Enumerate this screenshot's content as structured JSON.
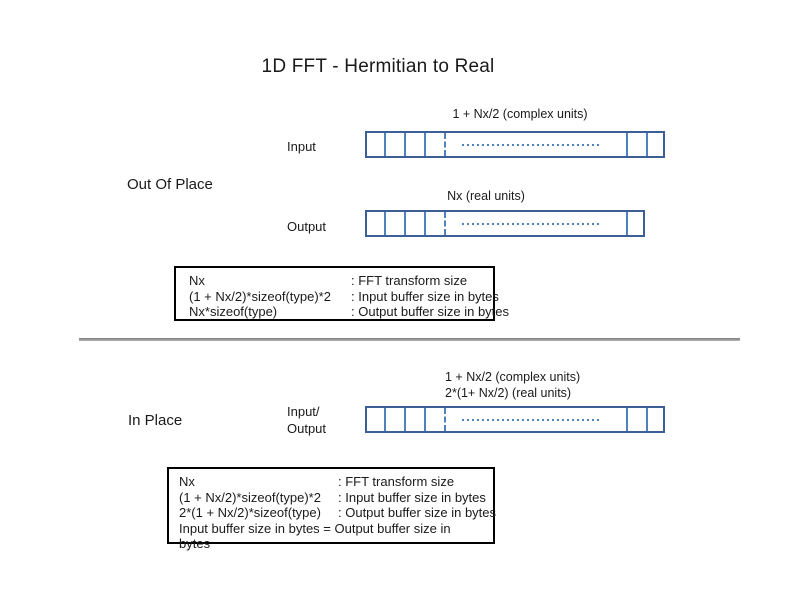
{
  "title": "1D FFT - Hermitian to Real",
  "colors": {
    "buffer_border": "#3C6095",
    "buffer_divider": "#4F81BD",
    "divider_line": "#7d7d7d"
  },
  "out_of_place": {
    "section_label": "Out Of Place",
    "input_row": {
      "label": "Input",
      "size_label": "1 + Nx/2 (complex units)"
    },
    "output_row": {
      "label": "Output",
      "size_label": "Nx (real units)"
    },
    "legend": {
      "rows": [
        {
          "expr": "Nx",
          "desc": ": FFT transform size"
        },
        {
          "expr": "(1 + Nx/2)*sizeof(type)*2",
          "desc": ": Input buffer size in bytes"
        },
        {
          "expr": "Nx*sizeof(type)",
          "desc": ": Output buffer size in bytes"
        }
      ]
    }
  },
  "in_place": {
    "section_label": "In Place",
    "io_row": {
      "label_line1": "Input/",
      "label_line2": "Output",
      "size_label_line1": "1 + Nx/2 (complex units)",
      "size_label_line2": "2*(1+ Nx/2) (real units)"
    },
    "legend": {
      "rows": [
        {
          "expr": "Nx",
          "desc": ": FFT transform size"
        },
        {
          "expr": "(1 + Nx/2)*sizeof(type)*2",
          "desc": ": Input buffer size in bytes"
        },
        {
          "expr": "2*(1 + Nx/2)*sizeof(type)",
          "desc": ": Output buffer size in bytes"
        }
      ],
      "footer": "Input buffer size in bytes = Output buffer size in bytes"
    }
  }
}
